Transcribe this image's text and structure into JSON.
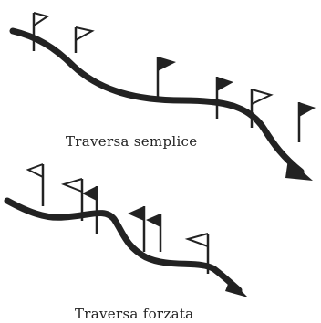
{
  "captions": {
    "simple": "Traversa semplice",
    "forced": "Traversa forzata"
  },
  "colors": {
    "ink": "#222222",
    "background": "#ffffff"
  },
  "icons": {
    "flag_open": "open-flag-icon",
    "flag_filled": "filled-flag-icon",
    "arrow": "ski-trail-arrow"
  }
}
